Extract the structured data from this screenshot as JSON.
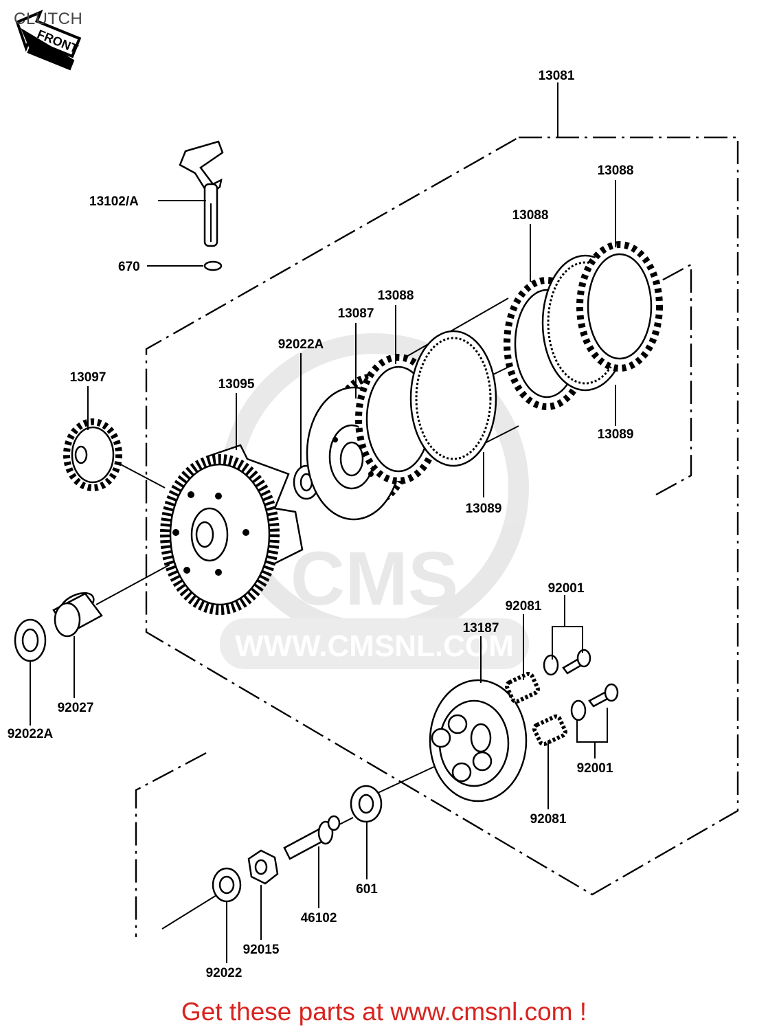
{
  "title": "CLUTCH",
  "front_badge": "FRONT",
  "watermark": {
    "logo": "CMS",
    "url": "WWW.CMSNL.COM"
  },
  "footer": "Get these parts at www.cmsnl.com !",
  "labels": {
    "p13081": "13081",
    "p13102a": "13102/A",
    "p670": "670",
    "p13088_top": "13088",
    "p13088_mid": "13088",
    "p13088_low": "13088",
    "p13087": "13087",
    "p92022a_top": "92022A",
    "p13097": "13097",
    "p13095": "13095",
    "p13089_right": "13089",
    "p13089_low": "13089",
    "p92001_top": "92001",
    "p92081_top": "92081",
    "p13187": "13187",
    "p92022a_left": "92022A",
    "p92027": "92027",
    "p92001_bot": "92001",
    "p92081_bot": "92081",
    "p601": "601",
    "p46102": "46102",
    "p92015": "92015",
    "p92022": "92022"
  }
}
